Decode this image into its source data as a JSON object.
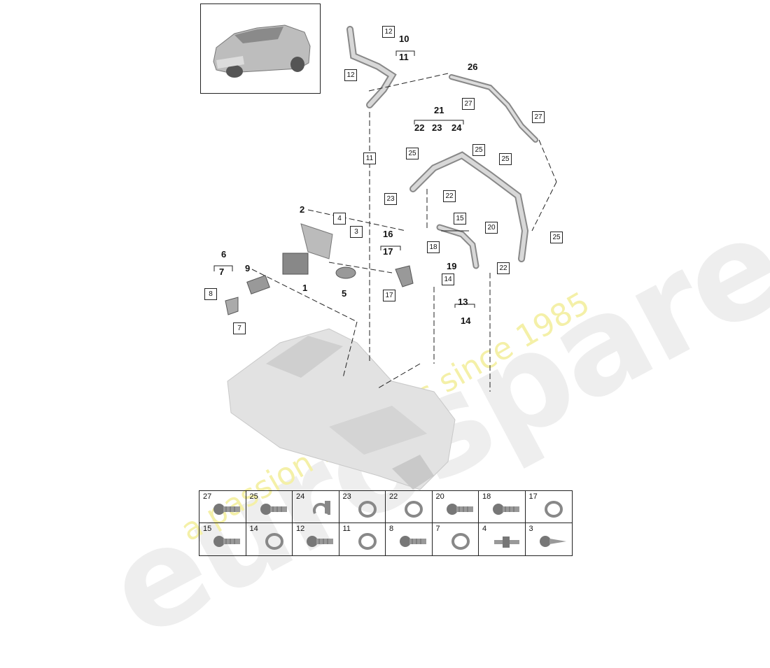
{
  "watermark": {
    "main": "eurospares",
    "sub": "a passion for parts since 1985"
  },
  "callouts": [
    "1",
    "2",
    "5",
    "6",
    "7",
    "9",
    "10",
    "11",
    "13",
    "14",
    "16",
    "17",
    "19",
    "21",
    "22",
    "23",
    "24",
    "26"
  ],
  "boxes": [
    "12",
    "12",
    "27",
    "27",
    "11",
    "25",
    "25",
    "25",
    "23",
    "22",
    "4",
    "3",
    "15",
    "20",
    "18",
    "25",
    "22",
    "14",
    "17",
    "8",
    "7"
  ],
  "legend": {
    "row1": [
      {
        "num": "27",
        "icon": "bolt-icon"
      },
      {
        "num": "25",
        "icon": "bolt-icon"
      },
      {
        "num": "24",
        "icon": "clip-icon"
      },
      {
        "num": "23",
        "icon": "seal-ring-icon"
      },
      {
        "num": "22",
        "icon": "seal-ring-icon"
      },
      {
        "num": "20",
        "icon": "bolt-icon"
      },
      {
        "num": "18",
        "icon": "bolt-icon"
      },
      {
        "num": "17",
        "icon": "seal-ring-icon"
      }
    ],
    "row2": [
      {
        "num": "15",
        "icon": "bolt-icon"
      },
      {
        "num": "14",
        "icon": "seal-ring-icon"
      },
      {
        "num": "12",
        "icon": "bolt-icon"
      },
      {
        "num": "11",
        "icon": "seal-ring-icon"
      },
      {
        "num": "8",
        "icon": "bolt-icon"
      },
      {
        "num": "7",
        "icon": "seal-ring-icon"
      },
      {
        "num": "4",
        "icon": "stud-icon"
      },
      {
        "num": "3",
        "icon": "screw-icon"
      }
    ]
  },
  "colors": {
    "line": "#222222",
    "part": "#9a9a9a",
    "engine": "#d9d9d9",
    "watermark": "#eeeeee",
    "watermark_sub": "#f4f0a8"
  }
}
